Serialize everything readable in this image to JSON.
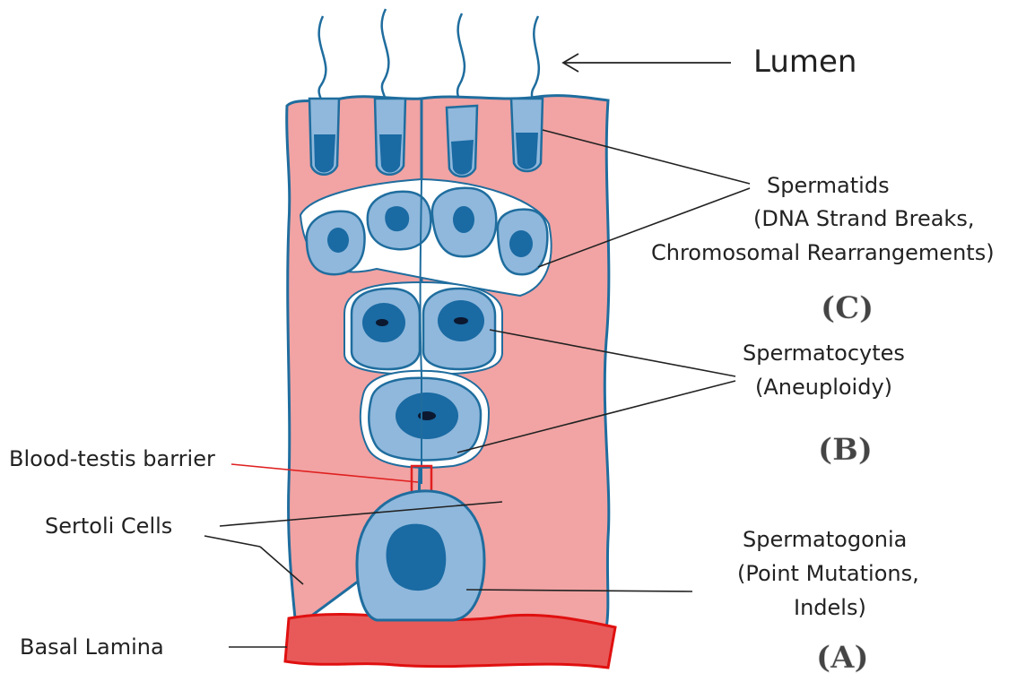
{
  "labels": {
    "lumen": "Lumen",
    "spermatids": "Spermatids",
    "spermatids_detail_1": "(DNA Strand Breaks,",
    "spermatids_detail_2": "Chromosomal Rearrangements)",
    "stage_c": "(C)",
    "spermatocytes": "Spermatocytes",
    "spermatocytes_detail": "(Aneuploidy)",
    "stage_b": "(B)",
    "blood_testis_barrier": "Blood-testis barrier",
    "sertoli_cells": "Sertoli Cells",
    "spermatogonia": "Spermatogonia",
    "spermatogonia_detail_1": "(Point Mutations,",
    "spermatogonia_detail_2": "Indels)",
    "stage_a": "(A)",
    "basal_lamina": "Basal Lamina"
  },
  "colors": {
    "sertoli_fill": "#f2a3a3",
    "outline": "#1f6d9e",
    "cell_fill": "#8fb8dc",
    "nucleus": "#1a6aa3",
    "basal_lamina": "#e85a5a",
    "barrier": "#e02020"
  }
}
